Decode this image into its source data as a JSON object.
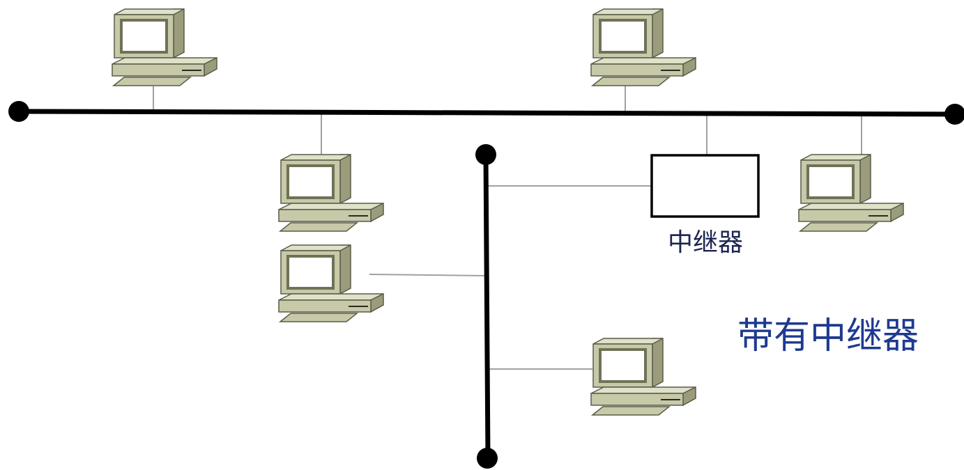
{
  "diagram": {
    "repeater_label": "中继器",
    "caption": "带有中继器"
  },
  "colors": {
    "bus_line": "#000000",
    "drop_line": "#a0a0a0",
    "computer_face": "#c7c9a9",
    "computer_top": "#dfe1c8",
    "computer_side": "#9a9c7c",
    "computer_outline": "#5a5c48",
    "screen_bg": "#ffffff",
    "screen_bezel": "#707257",
    "repeater_fill": "#ffffff",
    "repeater_stroke": "#000000",
    "repeater_label": "#1b2550",
    "caption_color": "#1e3a8f"
  },
  "computers": [
    {
      "id": "pc-top-left",
      "icon": "computer-icon"
    },
    {
      "id": "pc-top-right",
      "icon": "computer-icon"
    },
    {
      "id": "pc-mid-left-upper",
      "icon": "computer-icon"
    },
    {
      "id": "pc-mid-left-lower",
      "icon": "computer-icon"
    },
    {
      "id": "pc-right",
      "icon": "computer-icon"
    },
    {
      "id": "pc-bottom-center",
      "icon": "computer-icon"
    }
  ]
}
